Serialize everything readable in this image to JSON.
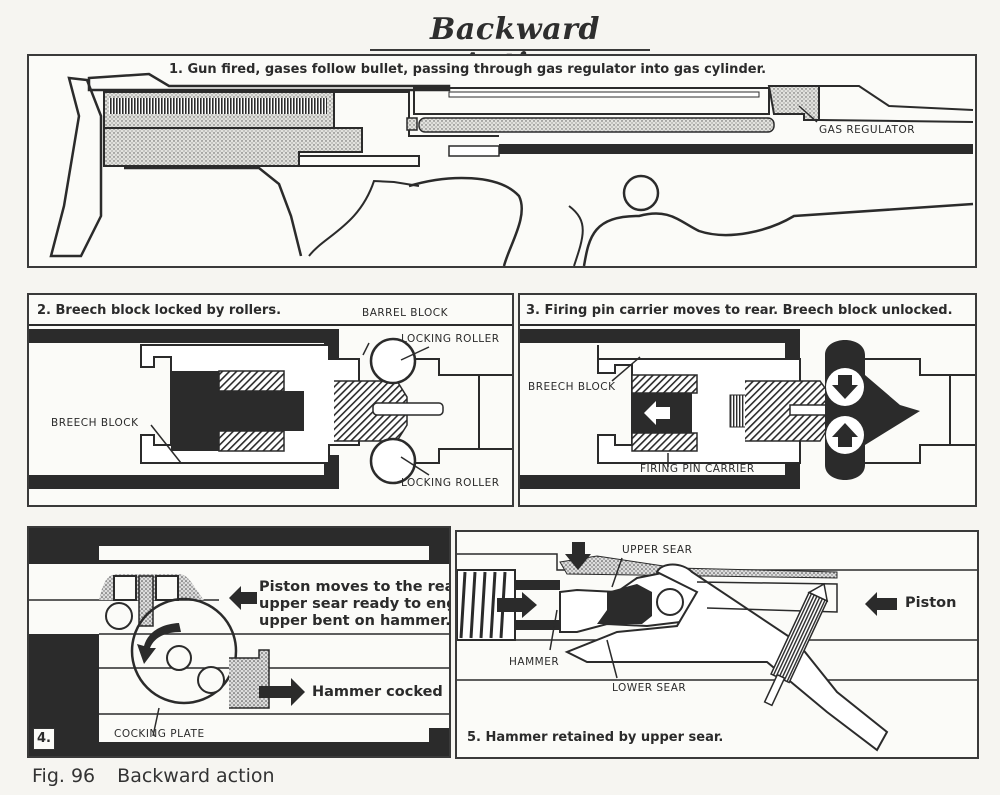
{
  "title": "Backward Action",
  "figure": {
    "number": "Fig. 96",
    "caption": "Backward action"
  },
  "panels": [
    {
      "id": 1,
      "caption": "1.  Gun fired, gases follow bullet, passing through gas regulator into gas cylinder.",
      "labels": [
        "GAS REGULATOR"
      ]
    },
    {
      "id": 2,
      "caption": "2.  Breech block locked by rollers.",
      "labels": [
        "BARREL BLOCK",
        "LOCKING ROLLER",
        "BREECH BLOCK",
        "LOCKING ROLLER"
      ]
    },
    {
      "id": 3,
      "caption": "3.  Firing pin carrier moves to rear.  Breech block unlocked.",
      "labels": [
        "BREECH BLOCK",
        "FIRING PIN CARRIER"
      ]
    },
    {
      "id": 4,
      "number": "4.",
      "text_lines": [
        "Piston moves to the rear,",
        "upper sear ready to engage",
        "upper bent  on hammer."
      ],
      "action": "Hammer cocked",
      "labels": [
        "COCKING PLATE"
      ]
    },
    {
      "id": 5,
      "caption": "5.  Hammer retained by upper sear.",
      "action": "Piston",
      "labels": [
        "UPPER SEAR",
        "HAMMER",
        "LOWER SEAR"
      ]
    }
  ],
  "colors": {
    "ink": "#2b2b2b",
    "paper": "#f6f5f1",
    "panel": "#fbfbf8",
    "stipple": "#9a9a96"
  }
}
